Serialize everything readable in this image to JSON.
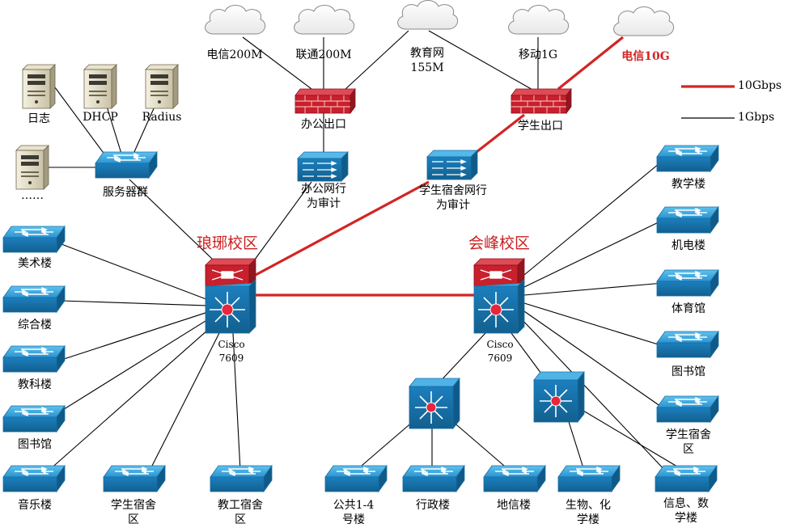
{
  "colors": {
    "ten_gbps": "#d42424",
    "one_gbps": "#000000",
    "switch_blue": "#1e88c8",
    "firewall_red": "#c8202c"
  },
  "legend": {
    "ten_gbps": "10Gbps",
    "one_gbps": "1Gbps"
  },
  "clouds": [
    {
      "id": "telecom200",
      "label": "电信200M"
    },
    {
      "id": "unicom200",
      "label": "联通200M"
    },
    {
      "id": "edu",
      "label": "教育网",
      "label2": "155M"
    },
    {
      "id": "mobile1g",
      "label": "移动1G"
    },
    {
      "id": "telecom10g",
      "label": "电信10G"
    }
  ],
  "servers": [
    {
      "id": "log",
      "label": "日志"
    },
    {
      "id": "dhcp",
      "label": "DHCP"
    },
    {
      "id": "radius",
      "label": "Radius"
    },
    {
      "id": "more",
      "label": "……"
    }
  ],
  "server_group": {
    "label": "服务器群"
  },
  "firewalls": [
    {
      "id": "office_exit",
      "label": "办公出口"
    },
    {
      "id": "student_exit",
      "label": "学生出口"
    }
  ],
  "audits": [
    {
      "id": "office_audit",
      "label": "办公网行",
      "label2": "为审计"
    },
    {
      "id": "dorm_audit",
      "label": "学生宿舍网行",
      "label2": "为审计"
    }
  ],
  "campuses": [
    {
      "id": "langya",
      "label": "琅琊校区",
      "device": "Cisco",
      "model": "7609"
    },
    {
      "id": "huifeng",
      "label": "会峰校区",
      "device": "Cisco",
      "model": "7609"
    }
  ],
  "langya_buildings": [
    {
      "id": "art",
      "label": "美术楼"
    },
    {
      "id": "general",
      "label": "综合楼"
    },
    {
      "id": "science",
      "label": "教科楼"
    },
    {
      "id": "library1",
      "label": "图书馆"
    },
    {
      "id": "music",
      "label": "音乐楼"
    },
    {
      "id": "dorm1",
      "label": "学生宿舍",
      "label2": "区"
    },
    {
      "id": "staff",
      "label": "教工宿舍",
      "label2": "区"
    }
  ],
  "huifeng_buildings": [
    {
      "id": "teaching",
      "label": "教学楼"
    },
    {
      "id": "mech",
      "label": "机电楼"
    },
    {
      "id": "gym",
      "label": "体育馆"
    },
    {
      "id": "library2",
      "label": "图书馆"
    },
    {
      "id": "dorm2",
      "label": "学生宿舍",
      "label2": "区"
    },
    {
      "id": "info",
      "label": "信息、数",
      "label2": "学楼"
    },
    {
      "id": "public",
      "label": "公共1-4",
      "label2": "号楼"
    },
    {
      "id": "admin",
      "label": "行政楼"
    },
    {
      "id": "geo",
      "label": "地信楼"
    },
    {
      "id": "bio",
      "label": "生物、化",
      "label2": "学楼"
    }
  ]
}
